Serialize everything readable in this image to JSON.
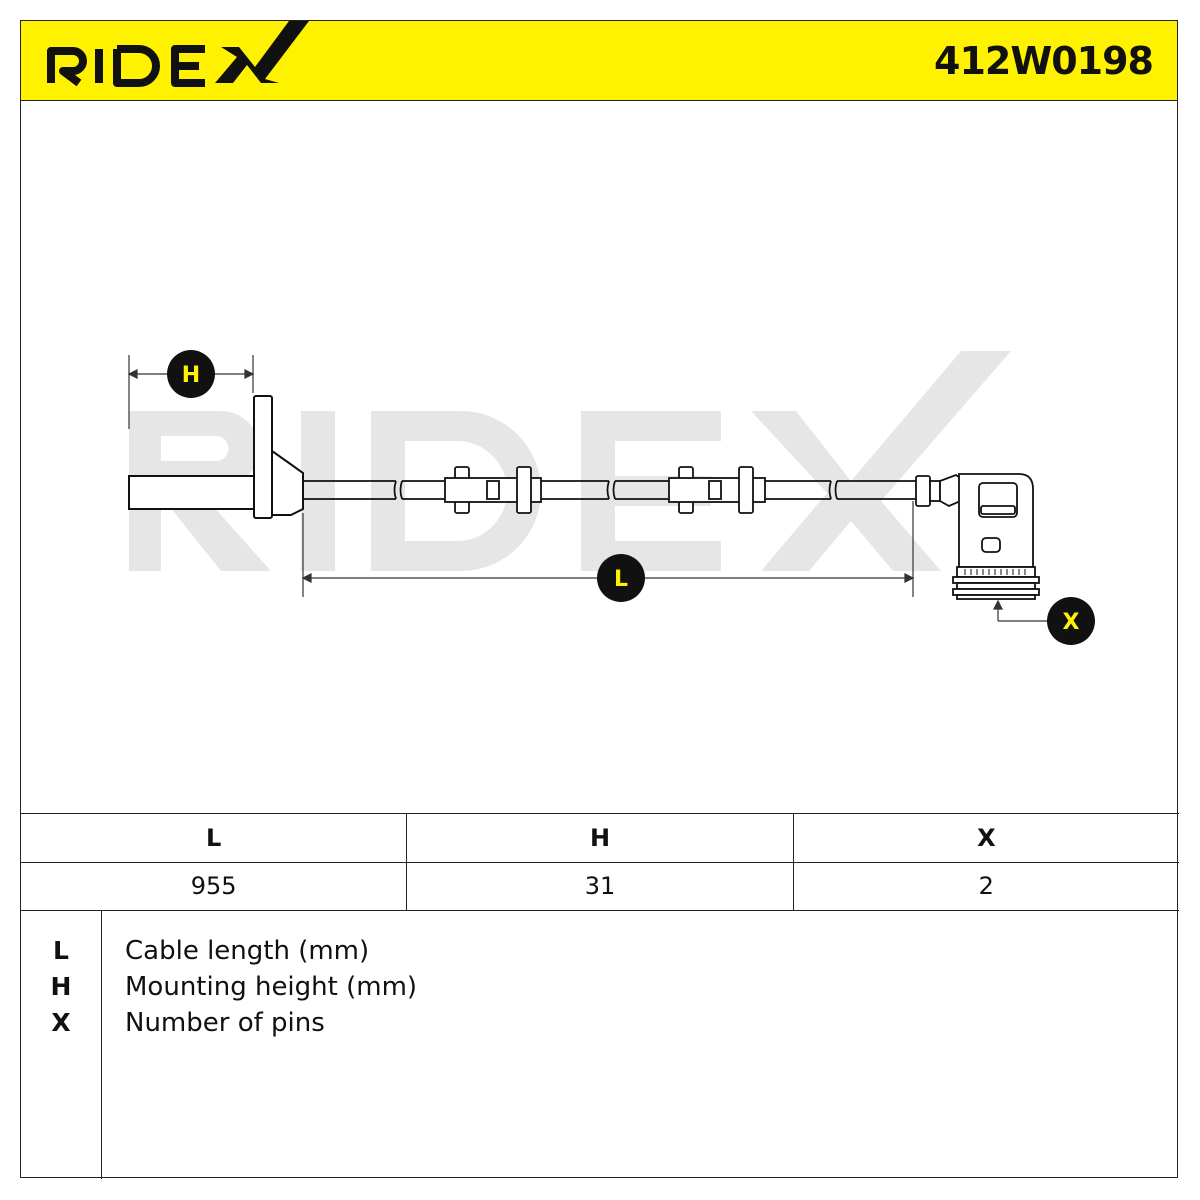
{
  "header": {
    "brand": "RIDEX",
    "part_number": "412W0198",
    "background_color": "#fff200"
  },
  "diagram": {
    "callouts": {
      "h": "H",
      "l": "L",
      "x": "X"
    },
    "watermark": "RIDEX",
    "watermark_color": "#e6e6e6"
  },
  "spec_table": {
    "columns": [
      "L",
      "H",
      "X"
    ],
    "values": [
      "955",
      "31",
      "2"
    ]
  },
  "legend": [
    {
      "key": "L",
      "description": "Cable length (mm)"
    },
    {
      "key": "H",
      "description": "Mounting height (mm)"
    },
    {
      "key": "X",
      "description": "Number of pins"
    }
  ]
}
